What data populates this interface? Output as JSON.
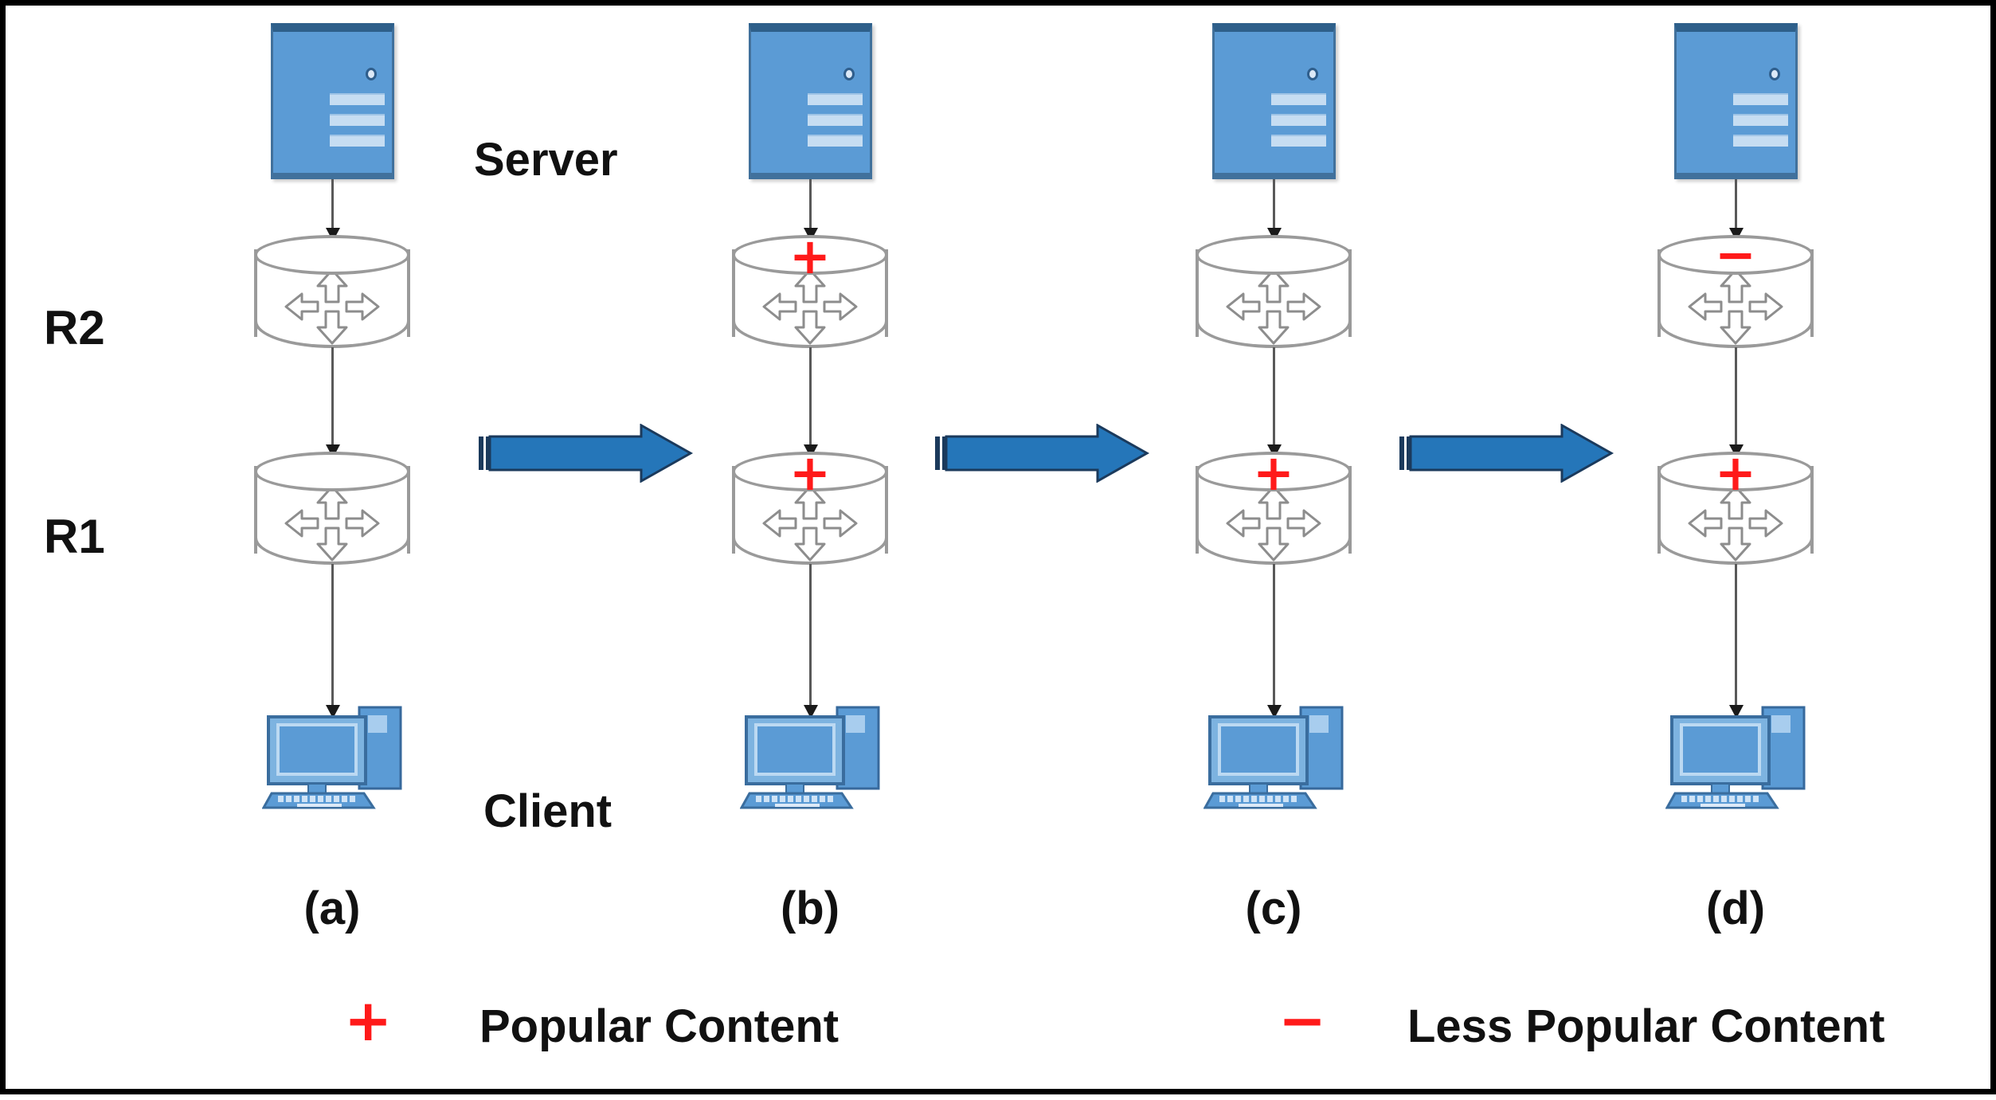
{
  "figure": {
    "type": "diagram",
    "description": "Four-stage caching diagram showing content propagation from Server through routers R2 and R1 to Client",
    "background": "#ffffff",
    "border_color": "#000000"
  },
  "colors": {
    "server_fill": "#5b9bd5",
    "server_stroke": "#41719c",
    "client_fill": "#5b9bd5",
    "router_stroke": "#9a9a9a",
    "arrow_fill": "#2576b9",
    "arrow_tail": "#1b3a5c",
    "marker_red": "#ff1a1a",
    "connector": "#595959",
    "text": "#111111"
  },
  "row_labels": {
    "server": "Server",
    "r2": "R2",
    "r1": "R1",
    "client": "Client"
  },
  "icons": {
    "server": "server-icon",
    "router": "router-cylinder-icon",
    "client": "desktop-computer-icon",
    "transition": "right-arrow-icon",
    "popular": "plus-marker-icon",
    "less_popular": "minus-marker-icon"
  },
  "panels": [
    {
      "id": "a",
      "caption": "(a)",
      "r2_marker": "",
      "r1_marker": "",
      "r2_marker_type": "none",
      "r1_marker_type": "none"
    },
    {
      "id": "b",
      "caption": "(b)",
      "r2_marker": "+",
      "r1_marker": "+",
      "r2_marker_type": "plus",
      "r1_marker_type": "plus"
    },
    {
      "id": "c",
      "caption": "(c)",
      "r2_marker": "",
      "r1_marker": "+",
      "r2_marker_type": "none",
      "r1_marker_type": "plus"
    },
    {
      "id": "d",
      "caption": "(d)",
      "r2_marker": "−",
      "r1_marker": "+",
      "r2_marker_type": "minus",
      "r1_marker_type": "plus"
    }
  ],
  "transitions": [
    {
      "from": "a",
      "to": "b",
      "label": ""
    },
    {
      "from": "b",
      "to": "c",
      "label": ""
    },
    {
      "from": "c",
      "to": "d",
      "label": ""
    }
  ],
  "legend": {
    "items": [
      {
        "symbol": "+",
        "symbol_type": "plus",
        "label": "Popular Content"
      },
      {
        "symbol": "−",
        "symbol_type": "minus",
        "label": "Less Popular Content"
      }
    ]
  }
}
